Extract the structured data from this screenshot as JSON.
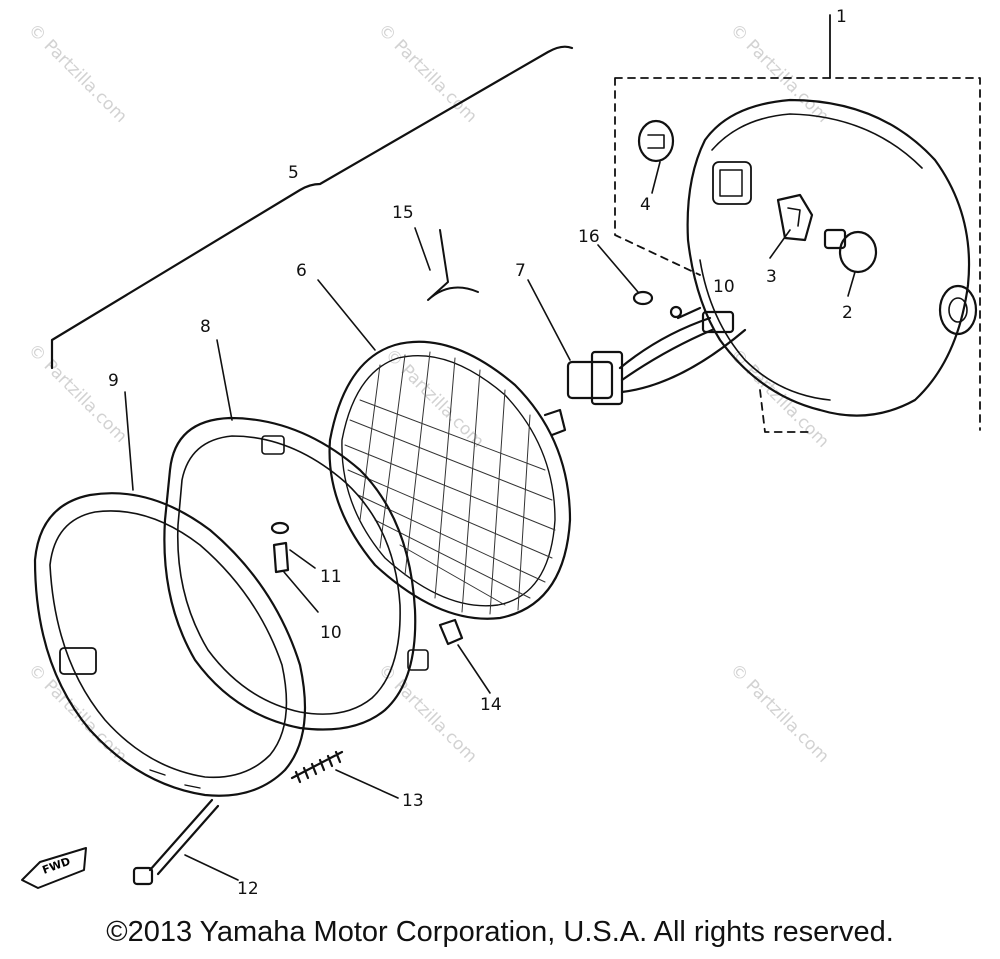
{
  "callouts": {
    "c1": "1",
    "c2": "2",
    "c3": "3",
    "c4": "4",
    "c5": "5",
    "c6": "6",
    "c7": "7",
    "c8": "8",
    "c9": "9",
    "c10": "10",
    "c11": "11",
    "c12": "12",
    "c13": "13",
    "c14": "14",
    "c15": "15",
    "c16": "16",
    "c10b": "10"
  },
  "fwd_label": "FWD",
  "watermark_text": "© Partzilla.com",
  "copyright": "©2013 Yamaha Motor Corporation, U.S.A. All rights reserved."
}
